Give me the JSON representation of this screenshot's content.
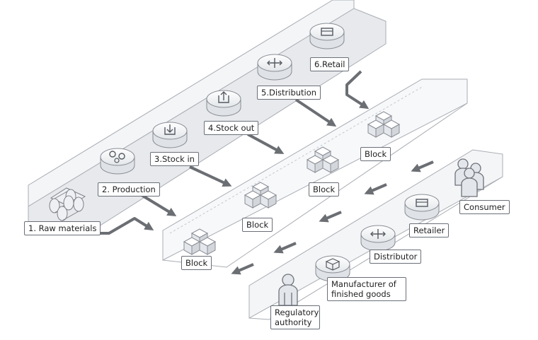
{
  "process_steps": [
    {
      "label": "1. Raw materials",
      "icon": "cylinders-icon"
    },
    {
      "label": "2. Production",
      "icon": "gears-icon"
    },
    {
      "label": "3.Stock in",
      "icon": "stock-in-icon"
    },
    {
      "label": "4.Stock out",
      "icon": "stock-out-icon"
    },
    {
      "label": "5.Distribution",
      "icon": "distribution-icon"
    },
    {
      "label": "6.Retail",
      "icon": "retail-icon"
    }
  ],
  "blocks": [
    "Block",
    "Block",
    "Block",
    "Block"
  ],
  "participants": [
    {
      "label": "Regulatory authority",
      "icon": "person-icon"
    },
    {
      "label": "Manufacturer of finished goods",
      "icon": "box-icon"
    },
    {
      "label": "Distributor",
      "icon": "distributor-icon"
    },
    {
      "label": "Retailer",
      "icon": "store-icon"
    },
    {
      "label": "Consumer",
      "icon": "people-icon"
    }
  ],
  "colors": {
    "platform_fill": "#f4f5f7",
    "platform_edge": "#a9adb3",
    "arrow": "#6b6e73",
    "label_border": "#6a6f78",
    "node_fill": "#eef0f3"
  }
}
